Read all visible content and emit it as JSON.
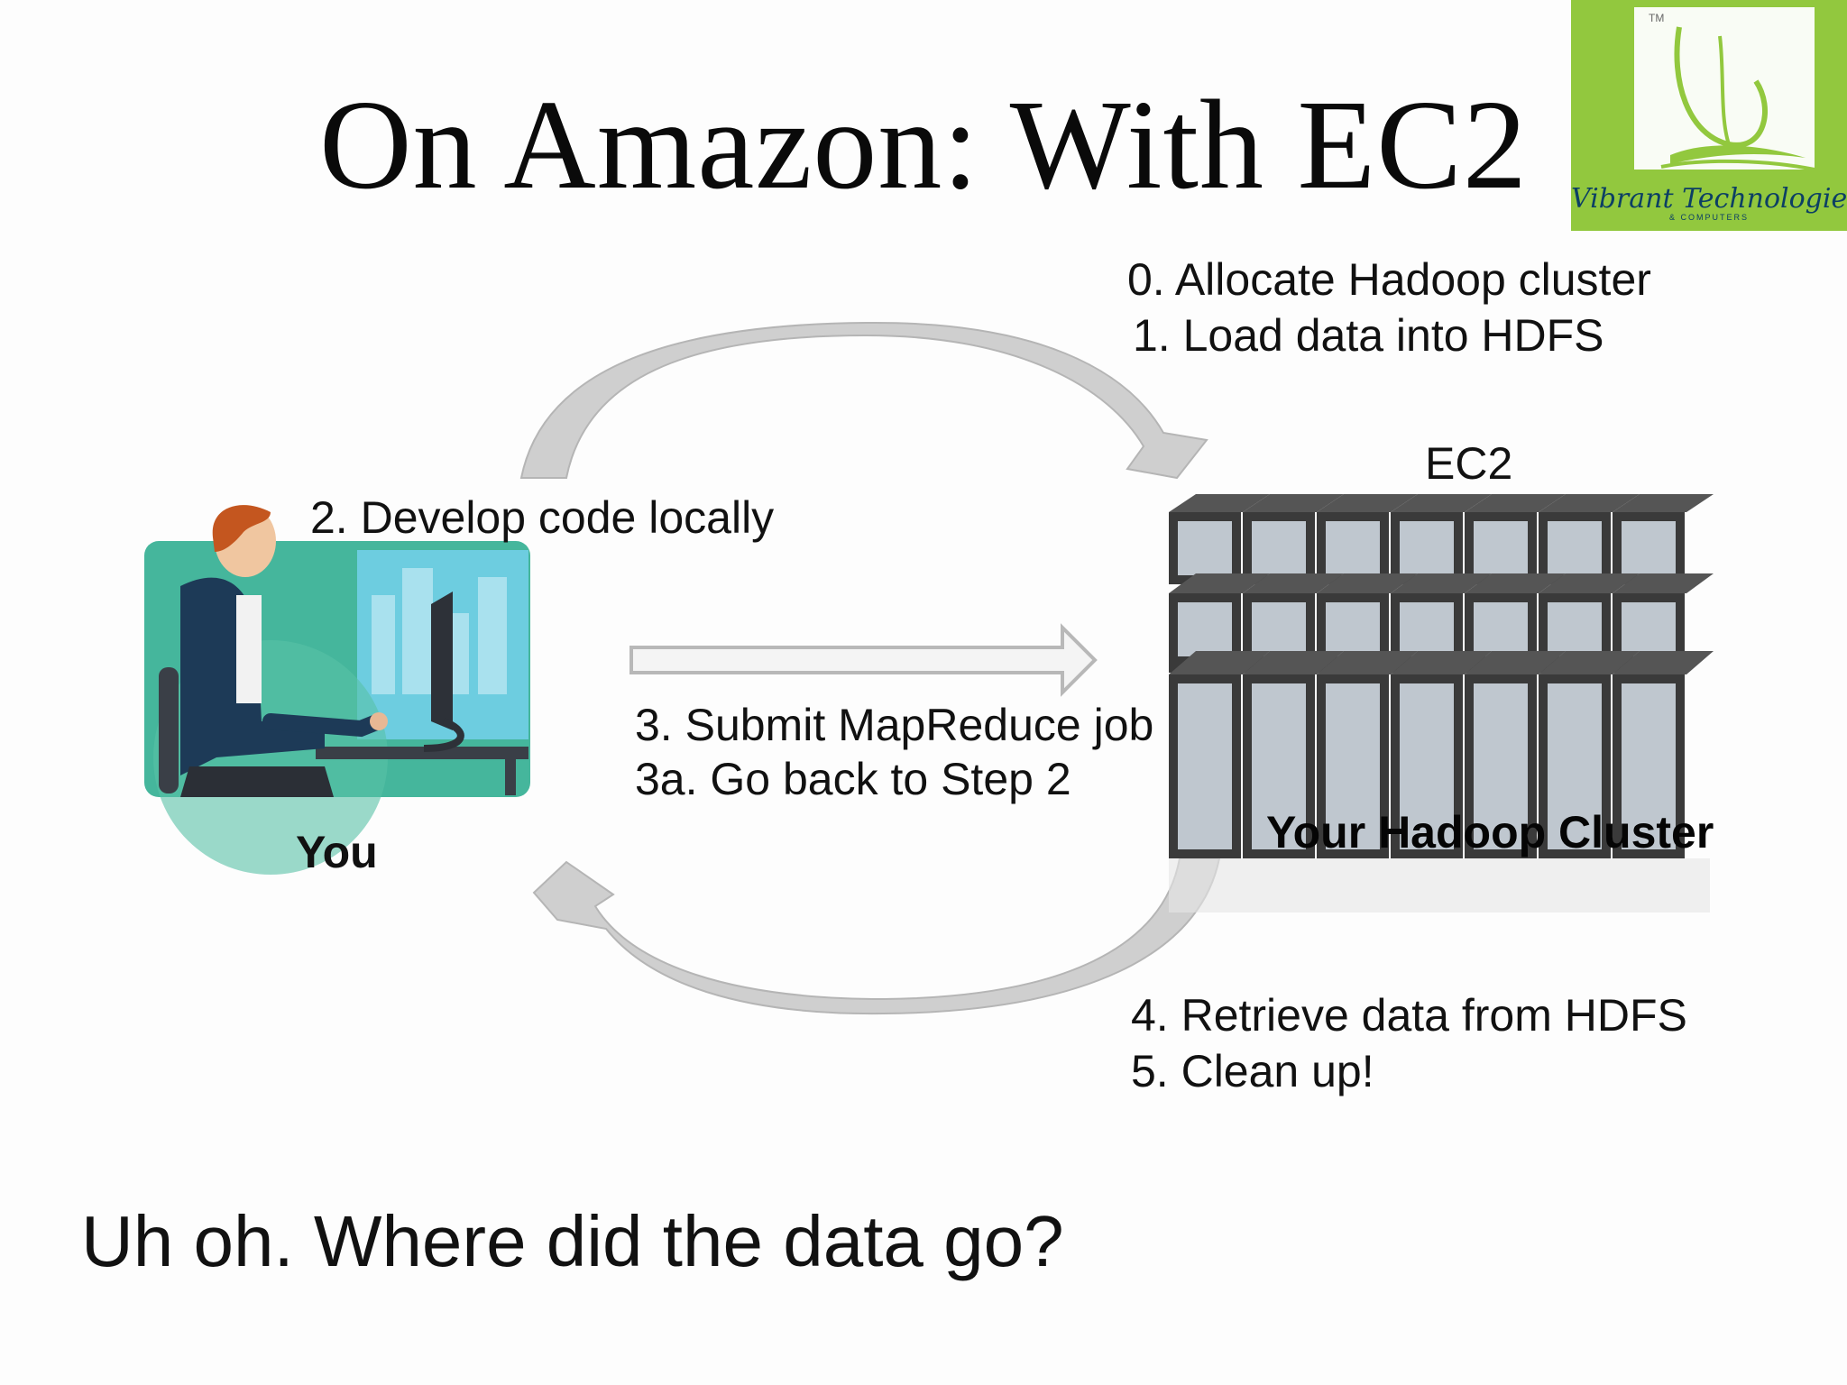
{
  "slide": {
    "title": "On Amazon: With EC2",
    "footer": "Uh oh.  Where did the data go?"
  },
  "logo": {
    "name": "Vibrant Technologies",
    "subtitle": "& COMPUTERS",
    "trademark": "TM",
    "background": "#92c83e"
  },
  "diagram": {
    "user_label": "You",
    "ec2_label": "EC2",
    "cluster_label": "Your Hadoop Cluster",
    "steps_top": [
      "0. Allocate Hadoop cluster",
      "1. Load data into HDFS"
    ],
    "step_develop": "2. Develop code locally",
    "steps_middle": [
      "3. Submit MapReduce job",
      "3a. Go back to Step 2"
    ],
    "steps_bottom": [
      "4. Retrieve data from HDFS",
      "5. Clean up!"
    ]
  },
  "colors": {
    "arrow": "#c8c8c8",
    "server_body": "#3a3a3a",
    "server_front": "#bfc7cf"
  }
}
